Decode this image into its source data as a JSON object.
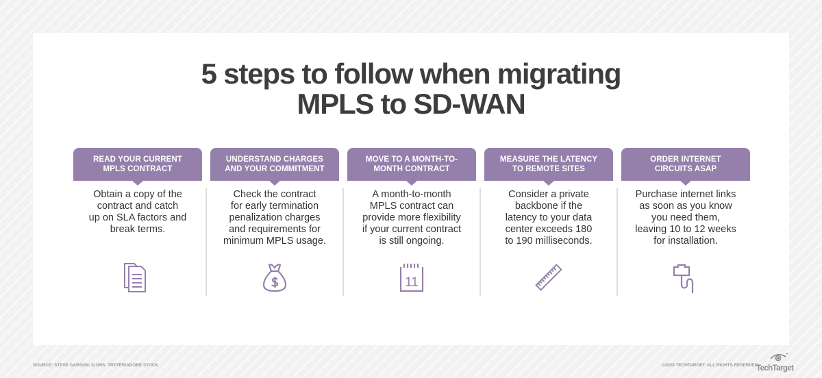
{
  "title": {
    "line1": "5 steps to follow when migrating",
    "line2": "MPLS to SD-WAN"
  },
  "accent_color": "#9580ac",
  "steps": [
    {
      "header_line1": "READ YOUR CURRENT",
      "header_line2": "MPLS CONTRACT",
      "body": [
        "Obtain a copy of the",
        "contract and catch",
        "up on SLA factors and",
        "break terms."
      ],
      "icon": "documents-icon"
    },
    {
      "header_line1": "UNDERSTAND CHARGES",
      "header_line2": "AND YOUR COMMITMENT",
      "body": [
        "Check the contract",
        "for early termination",
        "penalization charges",
        "and requirements for",
        "minimum MPLS usage."
      ],
      "icon": "money-bag-icon"
    },
    {
      "header_line1": "MOVE TO A MONTH-TO-",
      "header_line2": "MONTH CONTRACT",
      "body": [
        "A month-to-month",
        "MPLS contract can",
        "provide more flexibility",
        "if your current contract",
        "is still ongoing."
      ],
      "icon": "calendar-icon",
      "icon_text": "11"
    },
    {
      "header_line1": "MEASURE THE LATENCY",
      "header_line2": "TO REMOTE SITES",
      "body": [
        "Consider a private",
        "backbone if the",
        "latency to your data",
        "center exceeds 180",
        "to 190 milliseconds."
      ],
      "icon": "ruler-icon"
    },
    {
      "header_line1": "ORDER INTERNET",
      "header_line2": "CIRCUITS ASAP",
      "body": [
        "Purchase internet links",
        "as soon as you know",
        "you need them,",
        "leaving 10 to 12 weeks",
        "for installation."
      ],
      "icon": "network-cable-icon"
    }
  ],
  "footer": {
    "source": "SOURCE: STEVE GARSON; ICONS: TRETER/ADOBE STOCK",
    "copyright": "©2020 TECHTARGET. ALL RIGHTS RESERVED",
    "logo": "TechTarget"
  }
}
